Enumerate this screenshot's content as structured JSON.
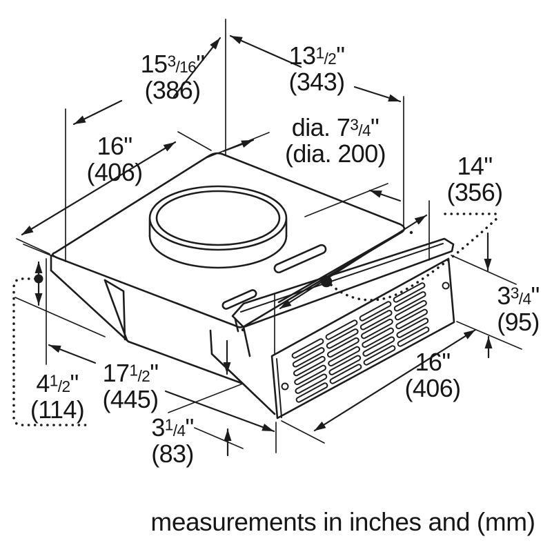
{
  "figure": {
    "footer": "measurements in inches and (mm)"
  },
  "line_color": "#1c1c1c",
  "dimensions": {
    "top_left_offset": {
      "pre": "15",
      "sup": "3",
      "frac": "/16",
      "quote": "\"",
      "mm": "(386)"
    },
    "top_right_offset": {
      "pre": "13",
      "sup": "1",
      "frac": "/2",
      "quote": "\"",
      "mm": "(343)"
    },
    "top_width": {
      "pre": "16",
      "sup": "",
      "frac": "",
      "quote": "\"",
      "mm": "(406)"
    },
    "duct_diameter": {
      "pre": "dia. 7",
      "sup": "3",
      "frac": "/4",
      "quote": "\"",
      "mm": "(dia. 200)"
    },
    "depth": {
      "pre": "14",
      "sup": "",
      "frac": "",
      "quote": "\"",
      "mm": "(356)"
    },
    "grille_height": {
      "pre": "3",
      "sup": "3",
      "frac": "/4",
      "quote": "\"",
      "mm": "(95)"
    },
    "grille_width": {
      "pre": "16",
      "sup": "",
      "frac": "",
      "quote": "\"",
      "mm": "(406)"
    },
    "body_depth": {
      "pre": "17",
      "sup": "1",
      "frac": "/2",
      "quote": "\"",
      "mm": "(445)"
    },
    "rear_offset": {
      "pre": "4",
      "sup": "1",
      "frac": "/2",
      "quote": "\"",
      "mm": "(114)"
    },
    "bottom_recess": {
      "pre": "3",
      "sup": "1",
      "frac": "/4",
      "quote": "\"",
      "mm": "(83)"
    }
  }
}
